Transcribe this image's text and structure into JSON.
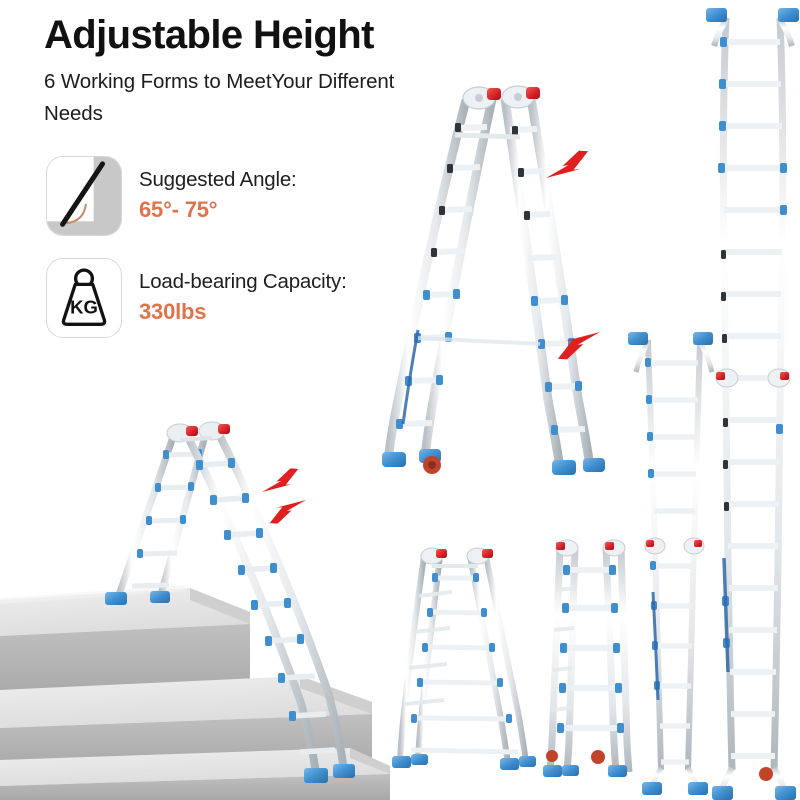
{
  "header": {
    "title": "Adjustable Height",
    "subtitle": "6 Working Forms to MeetYour Different Needs"
  },
  "features": [
    {
      "icon": "angle-icon",
      "label": "Suggested Angle:",
      "value": "65°- 75°"
    },
    {
      "icon": "weight-kg-icon",
      "label": "Load-bearing Capacity:",
      "value": "330lbs"
    }
  ],
  "icon_labels": {
    "kg": "KG"
  },
  "colors": {
    "accent_orange": "#e1734a",
    "arrow_red": "#e0201f",
    "ladder_blue": "#3f8fd0",
    "ladder_aluminum": "#e9ecee",
    "hinge_red": "#d8232a",
    "stair_top": "#e6e6e6",
    "stair_front": "#b4b4b4",
    "stair_side": "#c9c9c9",
    "text_dark": "#1f1f1f",
    "background": "#ffffff"
  },
  "scene": {
    "arrows": [
      {
        "name": "arrow-up-main",
        "direction": "up"
      },
      {
        "name": "arrow-down-main",
        "direction": "down"
      },
      {
        "name": "arrow-up-stairs",
        "direction": "up"
      },
      {
        "name": "arrow-down-stairs",
        "direction": "down"
      }
    ],
    "configurations": [
      "a-frame-large",
      "stair-step-frame",
      "a-frame-small",
      "folded-scaffold",
      "extended-straight-narrow",
      "extended-straight-tall"
    ]
  }
}
